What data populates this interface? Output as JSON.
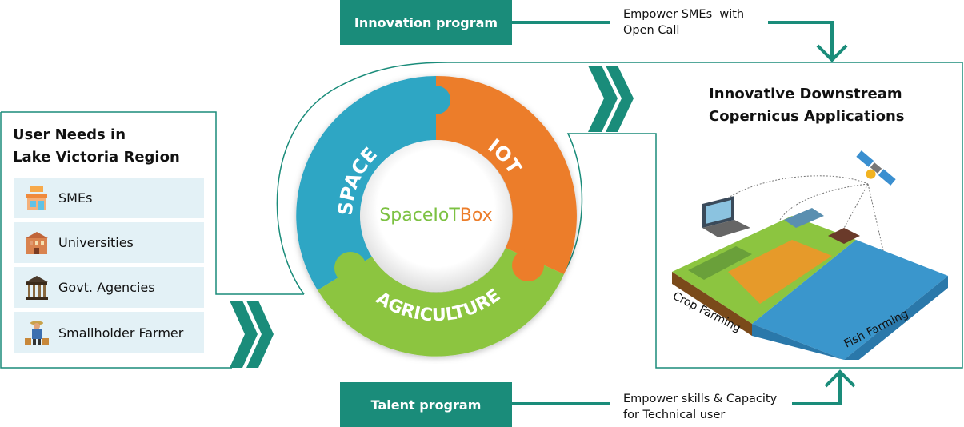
{
  "programs": {
    "innovation": {
      "label": "Innovation program",
      "note_line1": "Empower SMEs  with",
      "note_line2": "Open Call"
    },
    "talent": {
      "label": "Talent program",
      "note_line1": "Empower skills & Capacity",
      "note_line2": "for Technical user"
    }
  },
  "user_needs": {
    "title_line1": "User Needs in",
    "title_line2": "Lake Victoria Region",
    "items": [
      {
        "label": "SMEs",
        "icon": "shop-icon"
      },
      {
        "label": "Universities",
        "icon": "university-building-icon"
      },
      {
        "label": "Govt. Agencies",
        "icon": "government-building-icon"
      },
      {
        "label": "Smallholder Farmer",
        "icon": "farmer-icon"
      }
    ]
  },
  "hub": {
    "space": "SPACE",
    "iot": "IOT",
    "agriculture": "AGRICULTURE",
    "logo_part1": "SpaceIoT",
    "logo_part2": "Box"
  },
  "applications": {
    "title_line1": "Innovative Downstream",
    "title_line2": "Copernicus Applications",
    "crop_label": "Crop Farming",
    "fish_label": "Fish Farming"
  },
  "colors": {
    "teal": "#1a8c7a",
    "space": "#2ea6c4",
    "iot": "#ec7d2a",
    "agriculture": "#8cc540",
    "list_bg": "#e3f1f6"
  }
}
